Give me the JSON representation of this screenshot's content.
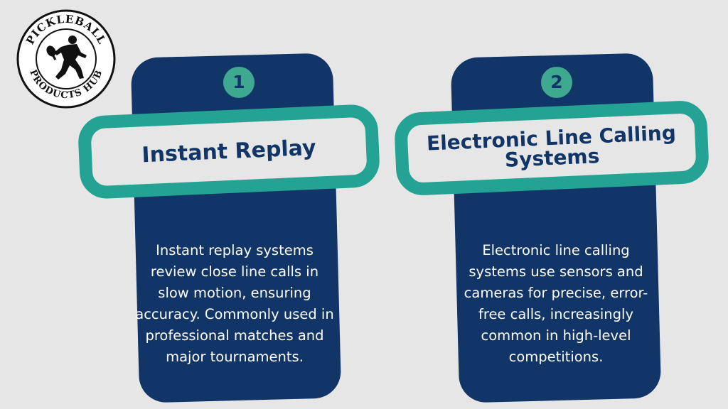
{
  "logo": {
    "top_text": "PICKLEBALL",
    "bottom_text": "PRODUCTS HUB",
    "icon": "pickleball-player-silhouette-icon"
  },
  "colors": {
    "background": "#e6e6e6",
    "card": "#113566",
    "teal": "#24a394",
    "badge": "#3ea891"
  },
  "cards": [
    {
      "number": "1",
      "title": "Instant Replay",
      "description": "Instant replay systems review close line calls in slow motion, ensuring accuracy. Commonly used in professional matches and major tournaments."
    },
    {
      "number": "2",
      "title": "Electronic Line Calling Systems",
      "description": "Electronic line calling systems use sensors and cameras for precise, error-free calls, increasingly common in high-level competitions."
    }
  ]
}
